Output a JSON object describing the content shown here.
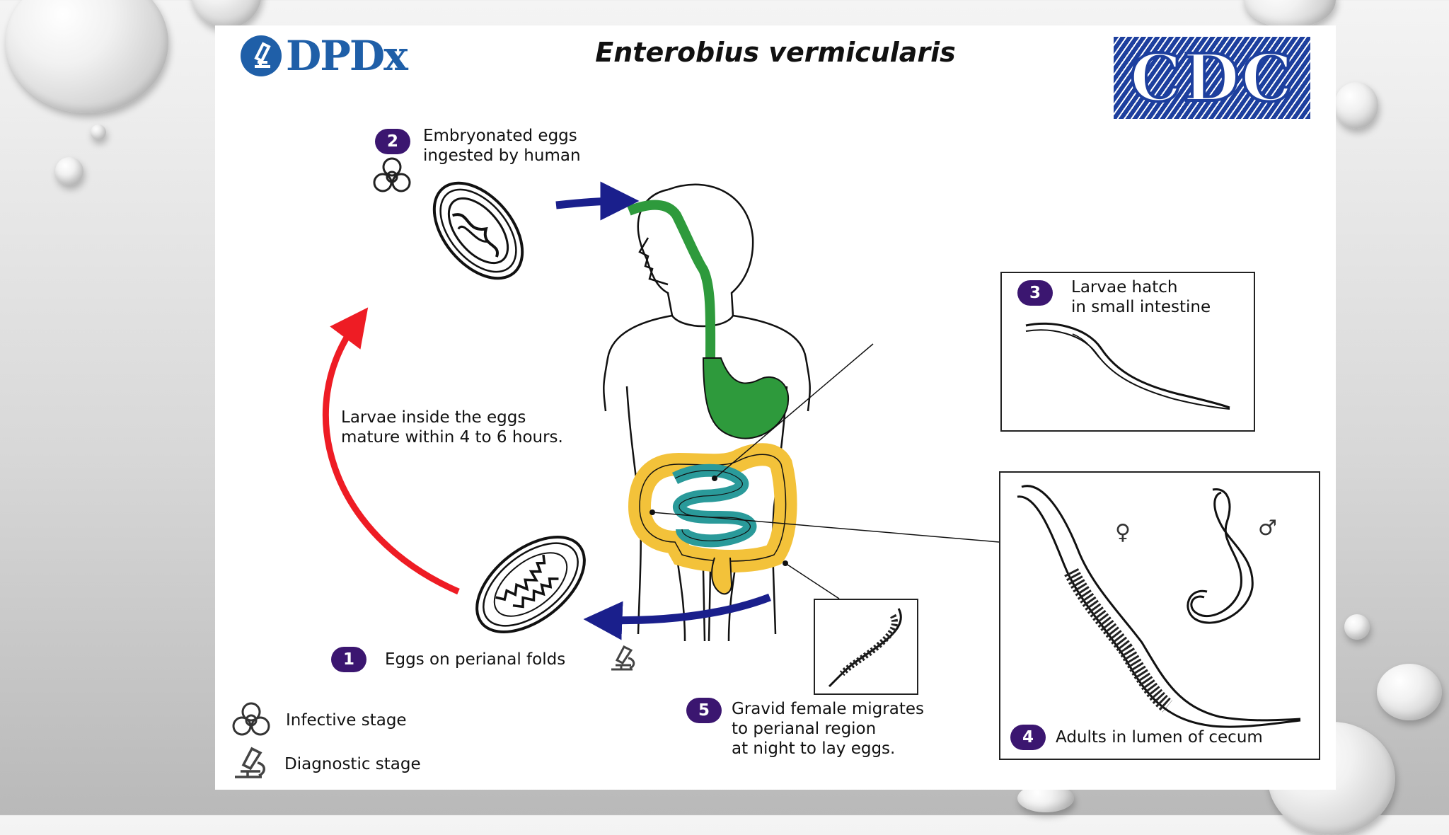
{
  "logos": {
    "dpdx": "DPDx",
    "cdc": "CDC"
  },
  "title": "Enterobius vermicularis",
  "stages": [
    {
      "number": "1",
      "label": "Eggs on perianal folds"
    },
    {
      "number": "2",
      "label_line1": "Embryonated eggs",
      "label_line2": "ingested by human"
    },
    {
      "number": "3",
      "label_line1": "Larvae hatch",
      "label_line2": "in small intestine"
    },
    {
      "number": "4",
      "label": "Adults in lumen of cecum"
    },
    {
      "number": "5",
      "label_line1": "Gravid female migrates",
      "label_line2": "to perianal region",
      "label_line3": "at night to lay eggs."
    }
  ],
  "maturation_note": {
    "line1": "Larvae inside the eggs",
    "line2": "mature within 4 to 6 hours."
  },
  "sex_symbols": {
    "female": "♀",
    "male": "♂"
  },
  "legend": [
    {
      "icon": "biohazard-icon",
      "label": "Infective stage"
    },
    {
      "icon": "microscope-icon",
      "label": "Diagnostic stage"
    }
  ],
  "colors": {
    "stage_badge": "#3b1670",
    "red_arrow": "#ee1c24",
    "blue_arrow": "#1a1f8c",
    "esophagus_stomach": "#2e9a3c",
    "large_intestine": "#f3c23a",
    "small_intestine": "#2a9a9a"
  }
}
